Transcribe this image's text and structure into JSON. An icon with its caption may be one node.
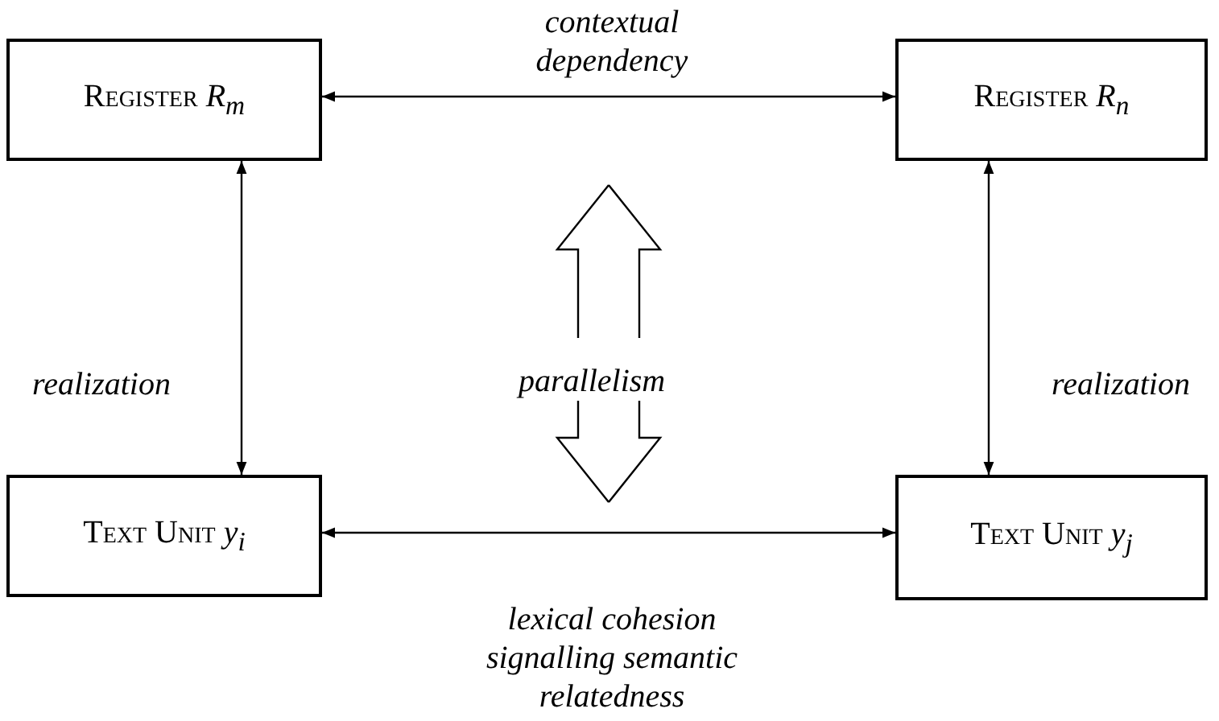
{
  "diagram": {
    "nodes": [
      {
        "text": [
          "Register *R*$_{m}$"
        ]
      },
      {
        "text": [
          "Register *R*$_{n}$"
        ]
      },
      {
        "text": [
          "Text Unit *y*$_{i}$"
        ]
      },
      {
        "text": [
          "Text Unit *y*$_{j}$"
        ]
      }
    ],
    "edges": [
      {
        "from": 0,
        "to": 1,
        "arrow": "both",
        "label": "contextual dependency"
      },
      {
        "from": 0,
        "to": 2,
        "arrow": "both",
        "label": "realization"
      },
      {
        "from": 1,
        "to": 3,
        "arrow": "both",
        "label": "realization"
      },
      {
        "from": 2,
        "to": 3,
        "arrow": "both",
        "label": "lexical cohesion signalling semantic relatedness"
      }
    ],
    "labels": [
      "parallelism"
    ]
  }
}
